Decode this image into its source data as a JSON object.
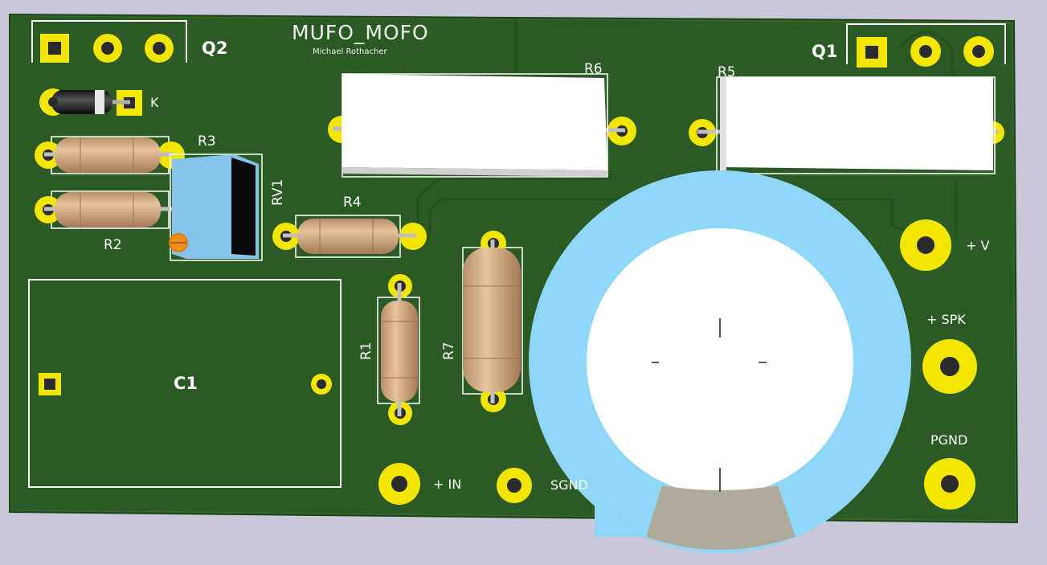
{
  "board": {
    "title": "MUFO_MOFO",
    "author": "Michael Rothacher"
  },
  "components": {
    "q2": "Q2",
    "q1": "Q1",
    "k": "K",
    "r1": "R1",
    "r2": "R2",
    "r3": "R3",
    "r4": "R4",
    "r5": "R5",
    "r6": "R6",
    "r7": "R7",
    "rv1": "RV1",
    "c1": "C1"
  },
  "connectors": {
    "in_plus": "+ IN",
    "sgnd": "SGND",
    "v_plus": "+ V",
    "spk_plus": "+ SPK",
    "pgnd": "PGND"
  },
  "colors": {
    "background": "#c8c8d8",
    "pcb": "#2d5a26",
    "pad": "#f2e600",
    "silkscreen": "#ffffff",
    "capacitor_sleeve": "#8ed8f8",
    "resistor_body": "#d2a982",
    "trimmer": "#87c4ec"
  }
}
